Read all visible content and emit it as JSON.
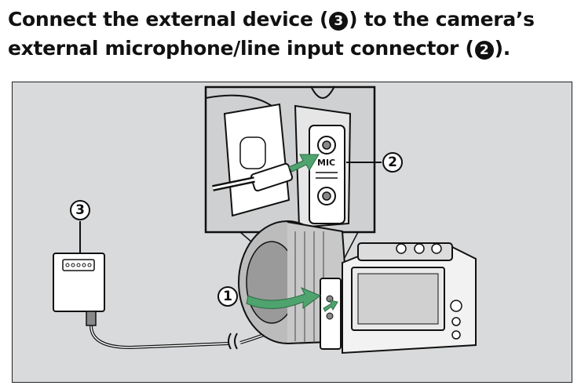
{
  "instruction": {
    "part1": "Connect the external device (",
    "ref_device": "3",
    "part2": ") to the camera’s external microphone/line input connector (",
    "ref_connector": "2",
    "part3": ")."
  },
  "figure": {
    "callouts": {
      "step1": "1",
      "connector": "2",
      "device": "3"
    },
    "mic_label": "MIC",
    "colors": {
      "arrow": "#4fa36e",
      "background": "#d9dadb",
      "device": "#ffffff"
    }
  }
}
